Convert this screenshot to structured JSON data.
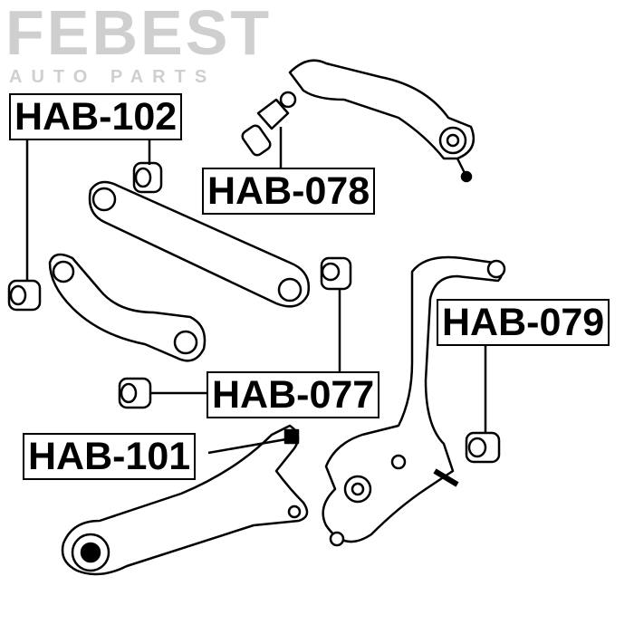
{
  "watermark": {
    "brand": "FEBEST",
    "tagline": "AUTO PARTS"
  },
  "labels": {
    "hab102": "HAB-102",
    "hab078": "HAB-078",
    "hab079": "HAB-079",
    "hab077": "HAB-077",
    "hab101": "HAB-101"
  }
}
